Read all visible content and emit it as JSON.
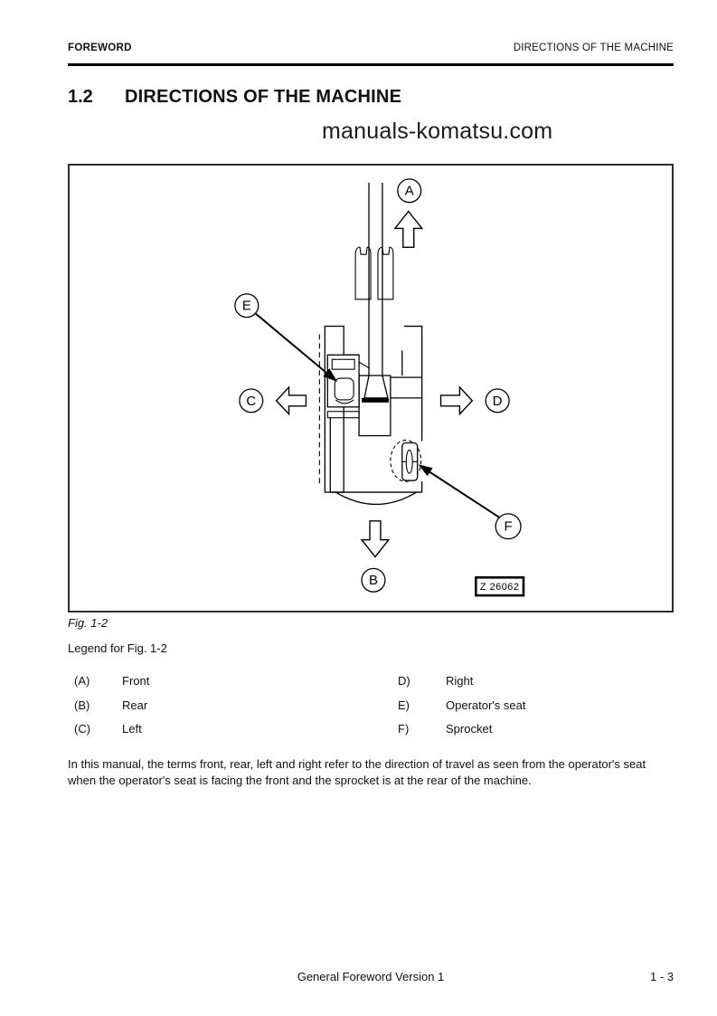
{
  "header": {
    "left": "FOREWORD",
    "right": "DIRECTIONS OF THE MACHINE"
  },
  "title": {
    "number": "1.2",
    "text": "DIRECTIONS OF THE MACHINE"
  },
  "watermark": "manuals-komatsu.com",
  "figure": {
    "caption": "Fig. 1-2",
    "drawing_code": "Z 26062",
    "direction_labels": {
      "front": "A",
      "rear": "B",
      "left": "C",
      "right": "D",
      "seat": "E",
      "sprocket": "F"
    }
  },
  "legend": {
    "heading": "Legend for Fig. 1-2",
    "columns": {
      "left": [
        {
          "key": "(A)",
          "label": "Front"
        },
        {
          "key": "(B)",
          "label": "Rear"
        },
        {
          "key": "(C)",
          "label": "Left"
        }
      ],
      "right": [
        {
          "key": "D)",
          "label": "Right"
        },
        {
          "key": "E)",
          "label": "Operator's seat"
        },
        {
          "key": "F)",
          "label": "Sprocket"
        }
      ]
    }
  },
  "paragraph": "In this manual, the terms front, rear, left and right refer to the direction of travel as seen from the operator's seat when the operator's seat is facing the front and the sprocket is at the rear of the machine.",
  "footer": {
    "center": "General Foreword Version 1",
    "page": "1 - 3"
  },
  "colors": {
    "ink": "#111111",
    "line": "#000000",
    "paper": "#ffffff"
  }
}
